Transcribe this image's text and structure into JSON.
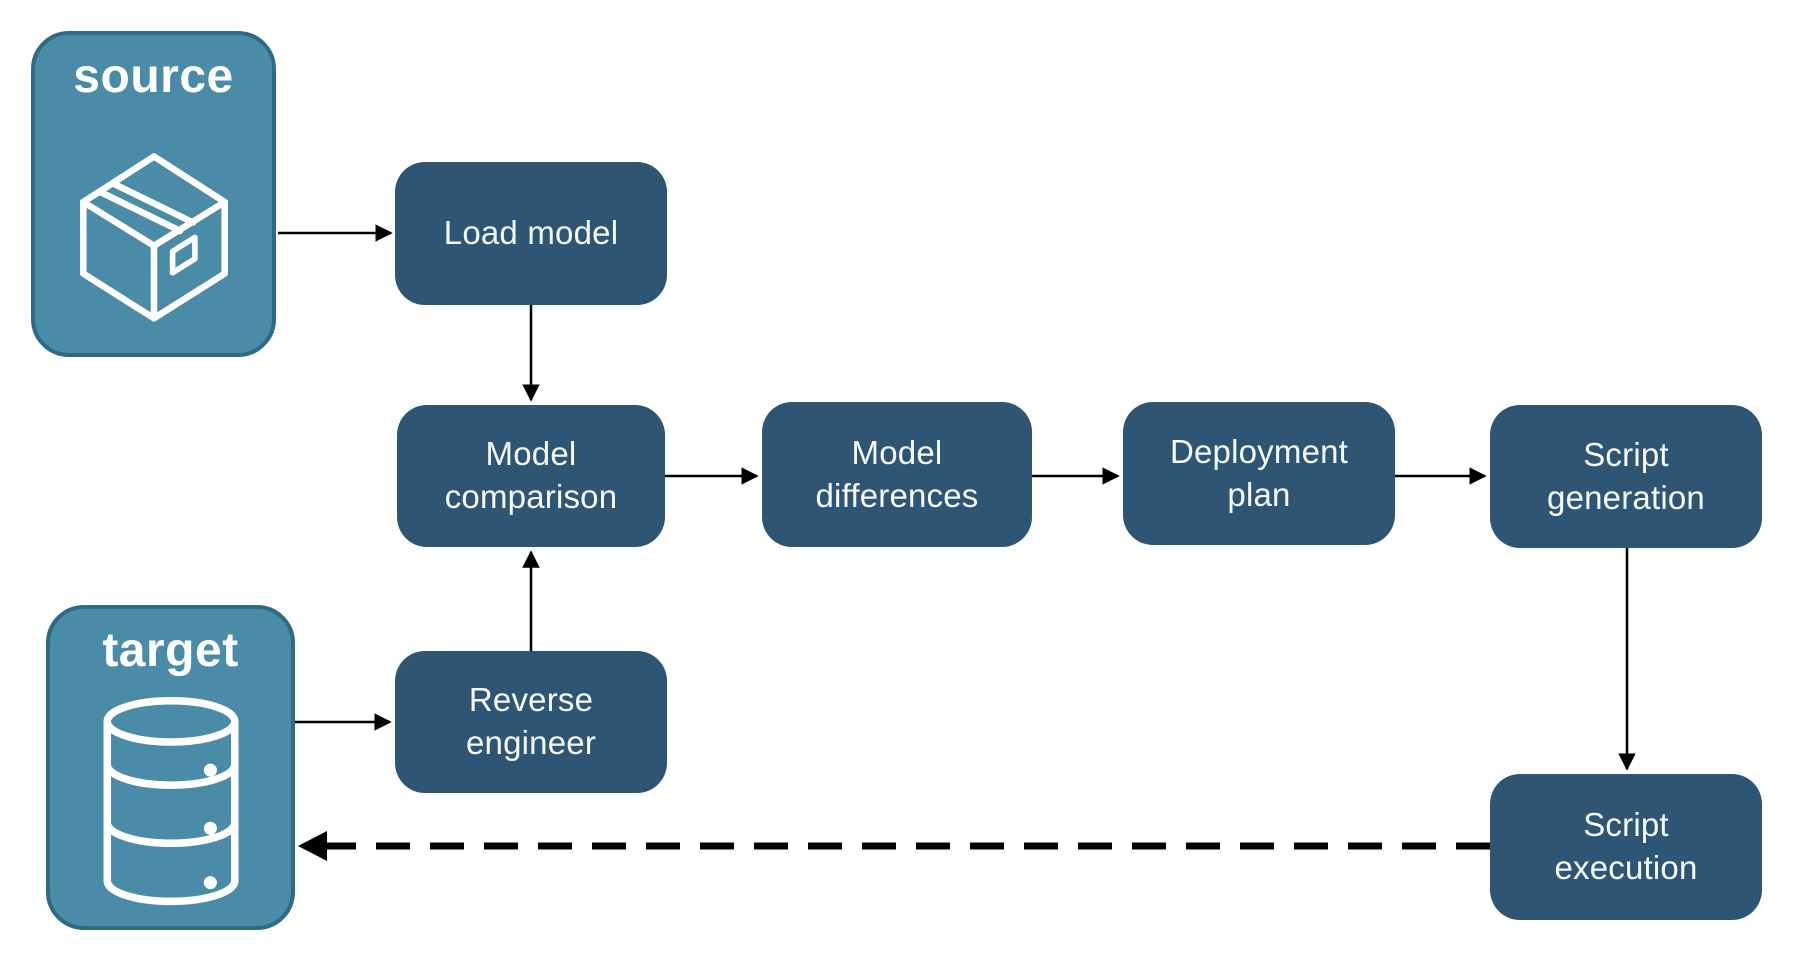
{
  "diagram": {
    "background": "#FFFFFF",
    "colors": {
      "node_fill": "#2E5674",
      "node_text": "#FFFFFF",
      "endpoint_fill": "#4A8CA8",
      "endpoint_border": "#2E6A85",
      "endpoint_text": "#FFFFFF",
      "arrow": "#000000"
    },
    "endpoints": [
      {
        "id": "source",
        "label": "source",
        "icon": "package-icon"
      },
      {
        "id": "target",
        "label": "target",
        "icon": "database-icon"
      }
    ],
    "nodes": [
      {
        "id": "load-model",
        "label": "Load model"
      },
      {
        "id": "model-comparison",
        "label": "Model comparison"
      },
      {
        "id": "model-differences",
        "label": "Model differences"
      },
      {
        "id": "deployment-plan",
        "label": "Deployment plan"
      },
      {
        "id": "script-generation",
        "label": "Script generation"
      },
      {
        "id": "script-execution",
        "label": "Script execution"
      },
      {
        "id": "reverse-engineer",
        "label": "Reverse engineer"
      }
    ],
    "edges": [
      {
        "from": "source",
        "to": "load-model",
        "style": "solid"
      },
      {
        "from": "load-model",
        "to": "model-comparison",
        "style": "solid"
      },
      {
        "from": "model-comparison",
        "to": "model-differences",
        "style": "solid"
      },
      {
        "from": "model-differences",
        "to": "deployment-plan",
        "style": "solid"
      },
      {
        "from": "deployment-plan",
        "to": "script-generation",
        "style": "solid"
      },
      {
        "from": "script-generation",
        "to": "script-execution",
        "style": "solid"
      },
      {
        "from": "target",
        "to": "reverse-engineer",
        "style": "solid"
      },
      {
        "from": "reverse-engineer",
        "to": "model-comparison",
        "style": "solid"
      },
      {
        "from": "script-execution",
        "to": "target",
        "style": "dashed"
      }
    ]
  }
}
